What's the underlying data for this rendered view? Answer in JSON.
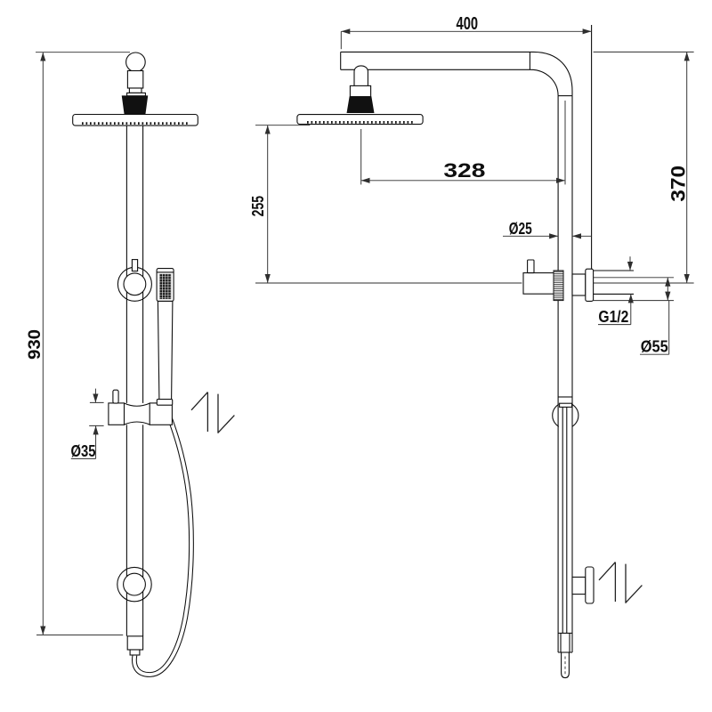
{
  "drawing": {
    "type": "technical dimensional drawing - shower column, front and side view",
    "colors": {
      "background": "#ffffff",
      "part_line": "#0f0f0f",
      "dimension_line": "#2e2e2e",
      "solid_fill": "#111111"
    },
    "dimension_labels": {
      "overall_height": "930",
      "slide_holder_diameter": "Ø35",
      "arm_length": "400",
      "drop_height": "370",
      "head_center_offset": "328",
      "head_to_outlet": "255",
      "riser_diameter": "Ø25",
      "outlet_thread": "G1/2",
      "flange_diameter": "Ø55"
    }
  }
}
